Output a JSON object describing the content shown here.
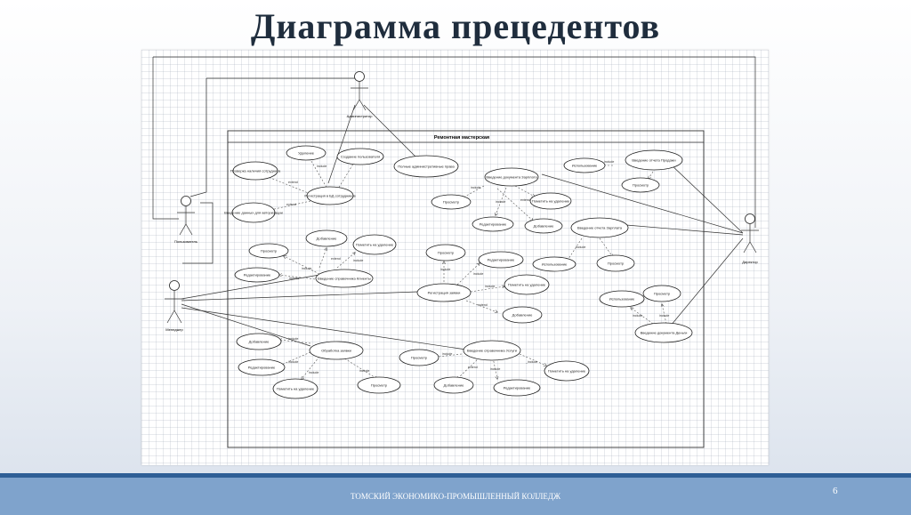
{
  "title": "Диаграмма прецедентов",
  "system_boundary_label": "Ремонтная мастерская",
  "actors": {
    "admin": "Администратор",
    "user": "Пользователь",
    "manager": "Менеджер",
    "director": "Директор"
  },
  "use_cases": {
    "uc1": "Удаление",
    "uc2": "Создание пользователя",
    "uc3": "Полные административные права",
    "uc4": "Проверка наличия сотрудника",
    "uc5": "Регистрация в БД сотрудников",
    "uc6": "Введение данных для авторизации",
    "uc7": "Введение документа Зарплата",
    "uc8": "Просмотр",
    "uc9": "Пометить на удаление",
    "uc10": "Редактирование",
    "uc11": "Добавление",
    "uc12": "Использование",
    "uc13": "Введение отчета Продажи",
    "uc14": "Просмотр",
    "uc15": "Введение отчета Зарплата",
    "uc16": "Использование",
    "uc17": "Просмотр",
    "uc18": "Просмотр",
    "uc19": "Добавление",
    "uc20": "Пометить на удаление",
    "uc21": "Редактирование",
    "uc22": "Введение справочника Клиенты",
    "uc23": "Просмотр",
    "uc24": "Редактирование",
    "uc25": "Регистрация заявки",
    "uc26": "Пометить на удаление",
    "uc27": "Добавление",
    "uc28": "Использование",
    "uc29": "Просмотр",
    "uc30": "Введение документа Деньги",
    "uc31": "Добавление",
    "uc32": "Обработка заявки",
    "uc33": "Редактирование",
    "uc34": "Пометить на удаление",
    "uc35": "Просмотр",
    "uc36": "Введение справочника Услуги",
    "uc37": "Просмотр",
    "uc38": "Пометить на удаление",
    "uc39": "Добавление",
    "uc40": "Редактирование"
  },
  "relation_labels": {
    "include": "include",
    "extend": "extend",
    "include_underscore": "_include"
  },
  "footer_text": "ТОМСКИЙ ЭКОНОМИКО-ПРОМЫШЛЕННЫЙ КОЛЛЕДЖ",
  "page_number": "6"
}
